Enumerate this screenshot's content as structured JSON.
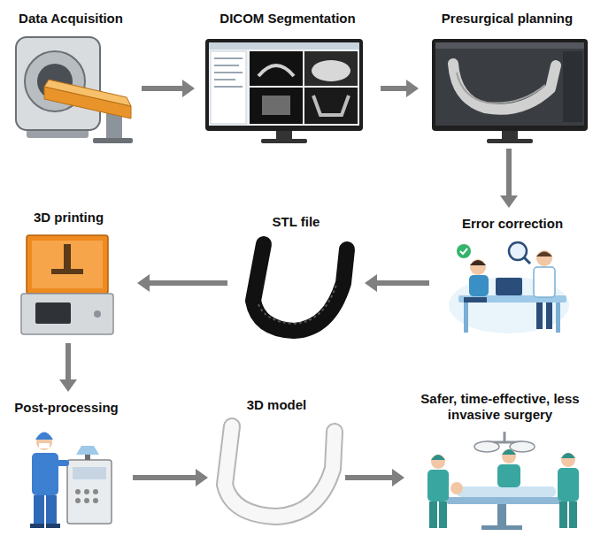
{
  "diagram": {
    "nodes": [
      {
        "text": [
          "Data Acquisition"
        ]
      },
      {
        "text": [
          "DICOM Segmentation"
        ]
      },
      {
        "text": [
          "Presurgical planning"
        ]
      },
      {
        "text": [
          "Error correction"
        ]
      },
      {
        "text": [
          "STL file"
        ]
      },
      {
        "text": [
          "3D printing"
        ]
      },
      {
        "text": [
          "Post-processing"
        ]
      },
      {
        "text": [
          "3D model"
        ]
      },
      {
        "text": [
          "Safer, time-effective, less invasive surgery"
        ]
      }
    ],
    "edges": [
      {
        "from": 0,
        "to": 1,
        "arrow": "to"
      },
      {
        "from": 1,
        "to": 2,
        "arrow": "to"
      },
      {
        "from": 2,
        "to": 3,
        "arrow": "to"
      },
      {
        "from": 3,
        "to": 4,
        "arrow": "to"
      },
      {
        "from": 4,
        "to": 5,
        "arrow": "to"
      },
      {
        "from": 5,
        "to": 6,
        "arrow": "to"
      },
      {
        "from": 6,
        "to": 7,
        "arrow": "to"
      },
      {
        "from": 7,
        "to": 8,
        "arrow": "to"
      }
    ]
  }
}
